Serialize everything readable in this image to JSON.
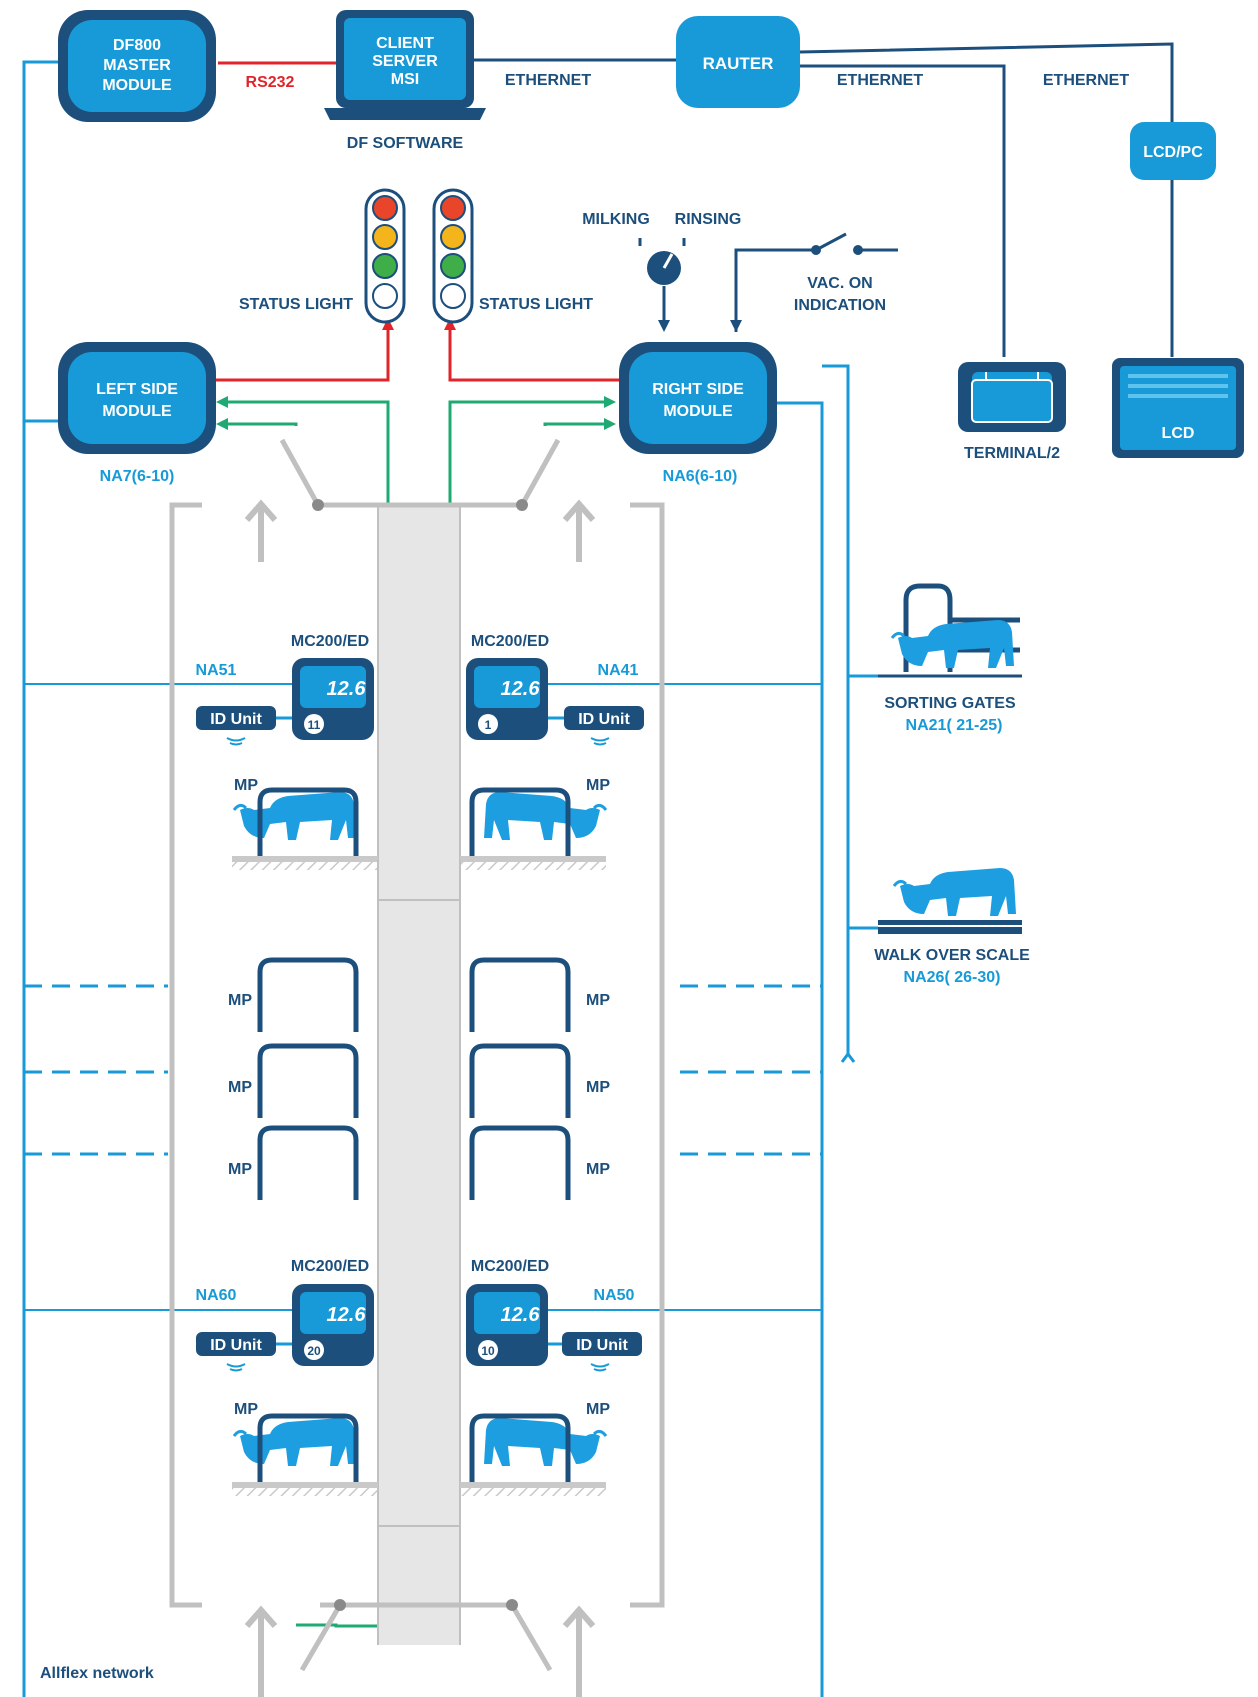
{
  "colors": {
    "navy": "#1d4f7c",
    "blue": "#179ad7",
    "red": "#e0242a",
    "green": "#1eaa72",
    "gray": "#bdbdbd",
    "light_gray": "#e3e3e3",
    "text_dark": "#1d4f7c",
    "text_blue": "#179ad7"
  },
  "modules": {
    "master": [
      "DF800",
      "MASTER",
      "MODULE"
    ],
    "client": [
      "CLIENT",
      "SERVER",
      "MSI"
    ],
    "router": "RAUTER",
    "lcdpc": "LCD/PC",
    "left": [
      "LEFT SIDE",
      "MODULE"
    ],
    "right": [
      "RIGHT SIDE",
      "MODULE"
    ]
  },
  "labels": {
    "rs232": "RS232",
    "ethernet_1": "ETHERNET",
    "ethernet_2": "ETHERNET",
    "ethernet_3": "ETHERNET",
    "df_software": "DF SOFTWARE",
    "status_light_left": "STATUS LIGHT",
    "status_light_right": "STATUS LIGHT",
    "milking": "MILKING",
    "rinsing": "RINSING",
    "vac_on": [
      "VAC. ON",
      "INDICATION"
    ],
    "terminal": "TERMINAL/2",
    "lcd": "LCD",
    "na7": "NA7(6-10)",
    "na6": "NA6(6-10)",
    "sorting_gates": "SORTING GATES",
    "na21": "NA21( 21-25)",
    "walk_over_scale": "WALK OVER SCALE",
    "na26": "NA26( 26-30)",
    "network": "Allflex network"
  },
  "controllers": [
    {
      "id": "top-left",
      "model": "MC200/ED",
      "na": "NA51",
      "number": "11",
      "display": "12.6",
      "id_unit": "ID Unit"
    },
    {
      "id": "top-right",
      "model": "MC200/ED",
      "na": "NA41",
      "number": "1",
      "display": "12.6",
      "id_unit": "ID Unit"
    },
    {
      "id": "bottom-left",
      "model": "MC200/ED",
      "na": "NA60",
      "number": "20",
      "display": "12.6",
      "id_unit": "ID Unit"
    },
    {
      "id": "bottom-right",
      "model": "MC200/ED",
      "na": "NA50",
      "number": "10",
      "display": "12.6",
      "id_unit": "ID Unit"
    }
  ],
  "mp_label": "MP"
}
